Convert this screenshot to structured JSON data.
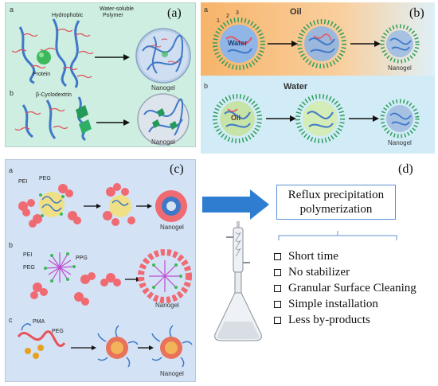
{
  "panel_a": {
    "letter": "(a)",
    "row_a": {
      "label": "a",
      "hydrophobic": "Hydrophobic",
      "water_soluble_1": "Water-soluble",
      "water_soluble_2": "Polymer",
      "protein": "Protein",
      "result": "Nanogel"
    },
    "row_b": {
      "label": "b",
      "cyclodextrin": "β-Cyclodextrin",
      "result": "Nanogel"
    }
  },
  "panel_b": {
    "letter": "(b)",
    "row_a": {
      "label": "a",
      "oil": "Oil",
      "water": "Water",
      "num1": "1",
      "num2": "2",
      "num3": "3",
      "result": "Nanogel"
    },
    "row_b": {
      "label": "b",
      "water": "Water",
      "oil": "Oil",
      "result": "Nanogel"
    }
  },
  "panel_c": {
    "letter": "(c)",
    "row_a": {
      "label": "a",
      "pei": "PEI",
      "peg": "PEG",
      "result": "Nanogel"
    },
    "row_b": {
      "label": "b",
      "pei": "PEI",
      "peg": "PEG",
      "ppg": "PPG",
      "result": "Nanogel"
    },
    "row_c": {
      "label": "c",
      "pma": "PMA",
      "peg": "PEG",
      "result": "Nanogel"
    }
  },
  "panel_d": {
    "letter": "(d)",
    "title_line1": "Reflux precipitation",
    "title_line2": "polymerization",
    "benefits": [
      "Short time",
      "No stabilizer",
      "Granular Surface Cleaning",
      "Simple installation",
      "Less by-products"
    ]
  },
  "colors": {
    "accent_blue": "#2e7dd1",
    "panel_a_bg": "#cdeee0",
    "panel_b_bg": "#d8eff8",
    "panel_b_oil": "#f6b872",
    "panel_c_bg": "#d3e2f5"
  }
}
